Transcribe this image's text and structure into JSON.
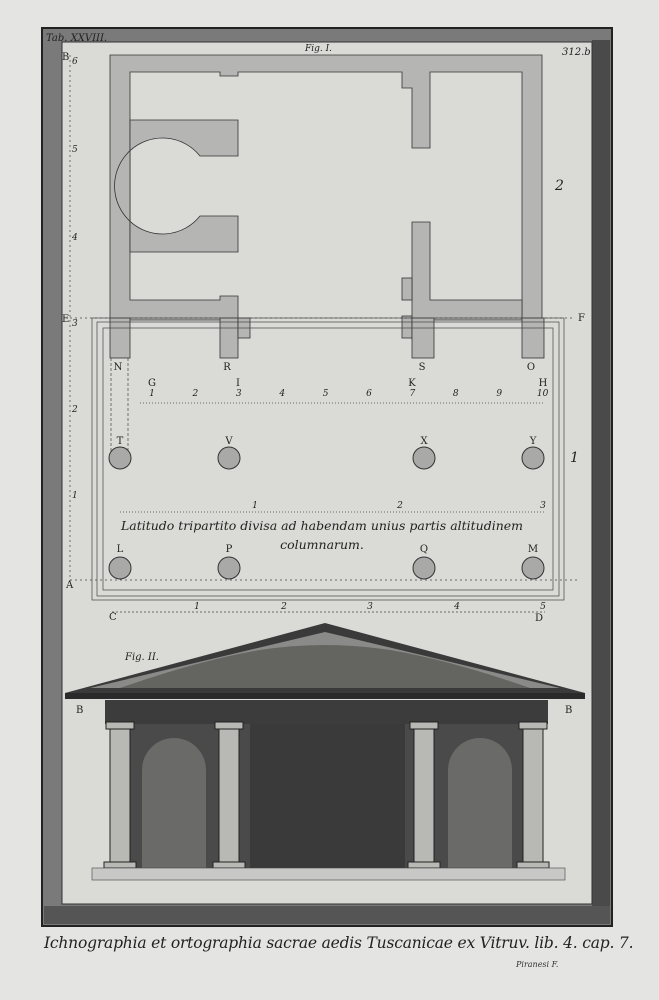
{
  "plate": {
    "tab": "Tab. XXVIII.",
    "page": "312.b",
    "fig1": "Fig. I.",
    "fig2": "Fig. II."
  },
  "scale_left": {
    "B": "B",
    "E": "E",
    "A": "A",
    "n6": "6",
    "n5": "5",
    "n4": "4",
    "n3": "3",
    "n2": "2",
    "n1": "1"
  },
  "corners": {
    "C": "C",
    "D": "D",
    "F": "F",
    "B_left": "B",
    "B_right": "B"
  },
  "parts": {
    "p2": "2",
    "p1": "1"
  },
  "wall_letters": [
    "N",
    "R",
    "S",
    "O"
  ],
  "row_letters": [
    "G",
    "I",
    "K",
    "H"
  ],
  "ten_scale": [
    "1",
    "2",
    "3",
    "4",
    "5",
    "6",
    "7",
    "8",
    "9",
    "10"
  ],
  "front_columns": [
    "T",
    "V",
    "X",
    "Y"
  ],
  "back_columns": [
    "L",
    "P",
    "Q",
    "M"
  ],
  "three_scale": [
    "1",
    "2",
    "3"
  ],
  "five_scale": [
    "1",
    "2",
    "3",
    "4",
    "5"
  ],
  "note_line1": "Latitudo tripartito divisa ad habendam unius partis altitudinem",
  "note_line2": "columnarum.",
  "caption": "Ichnographia et ortographia sacrae aedis Tuscanicae ex Vitruv. lib. 4. cap. 7.",
  "signature": "Piranesi F."
}
